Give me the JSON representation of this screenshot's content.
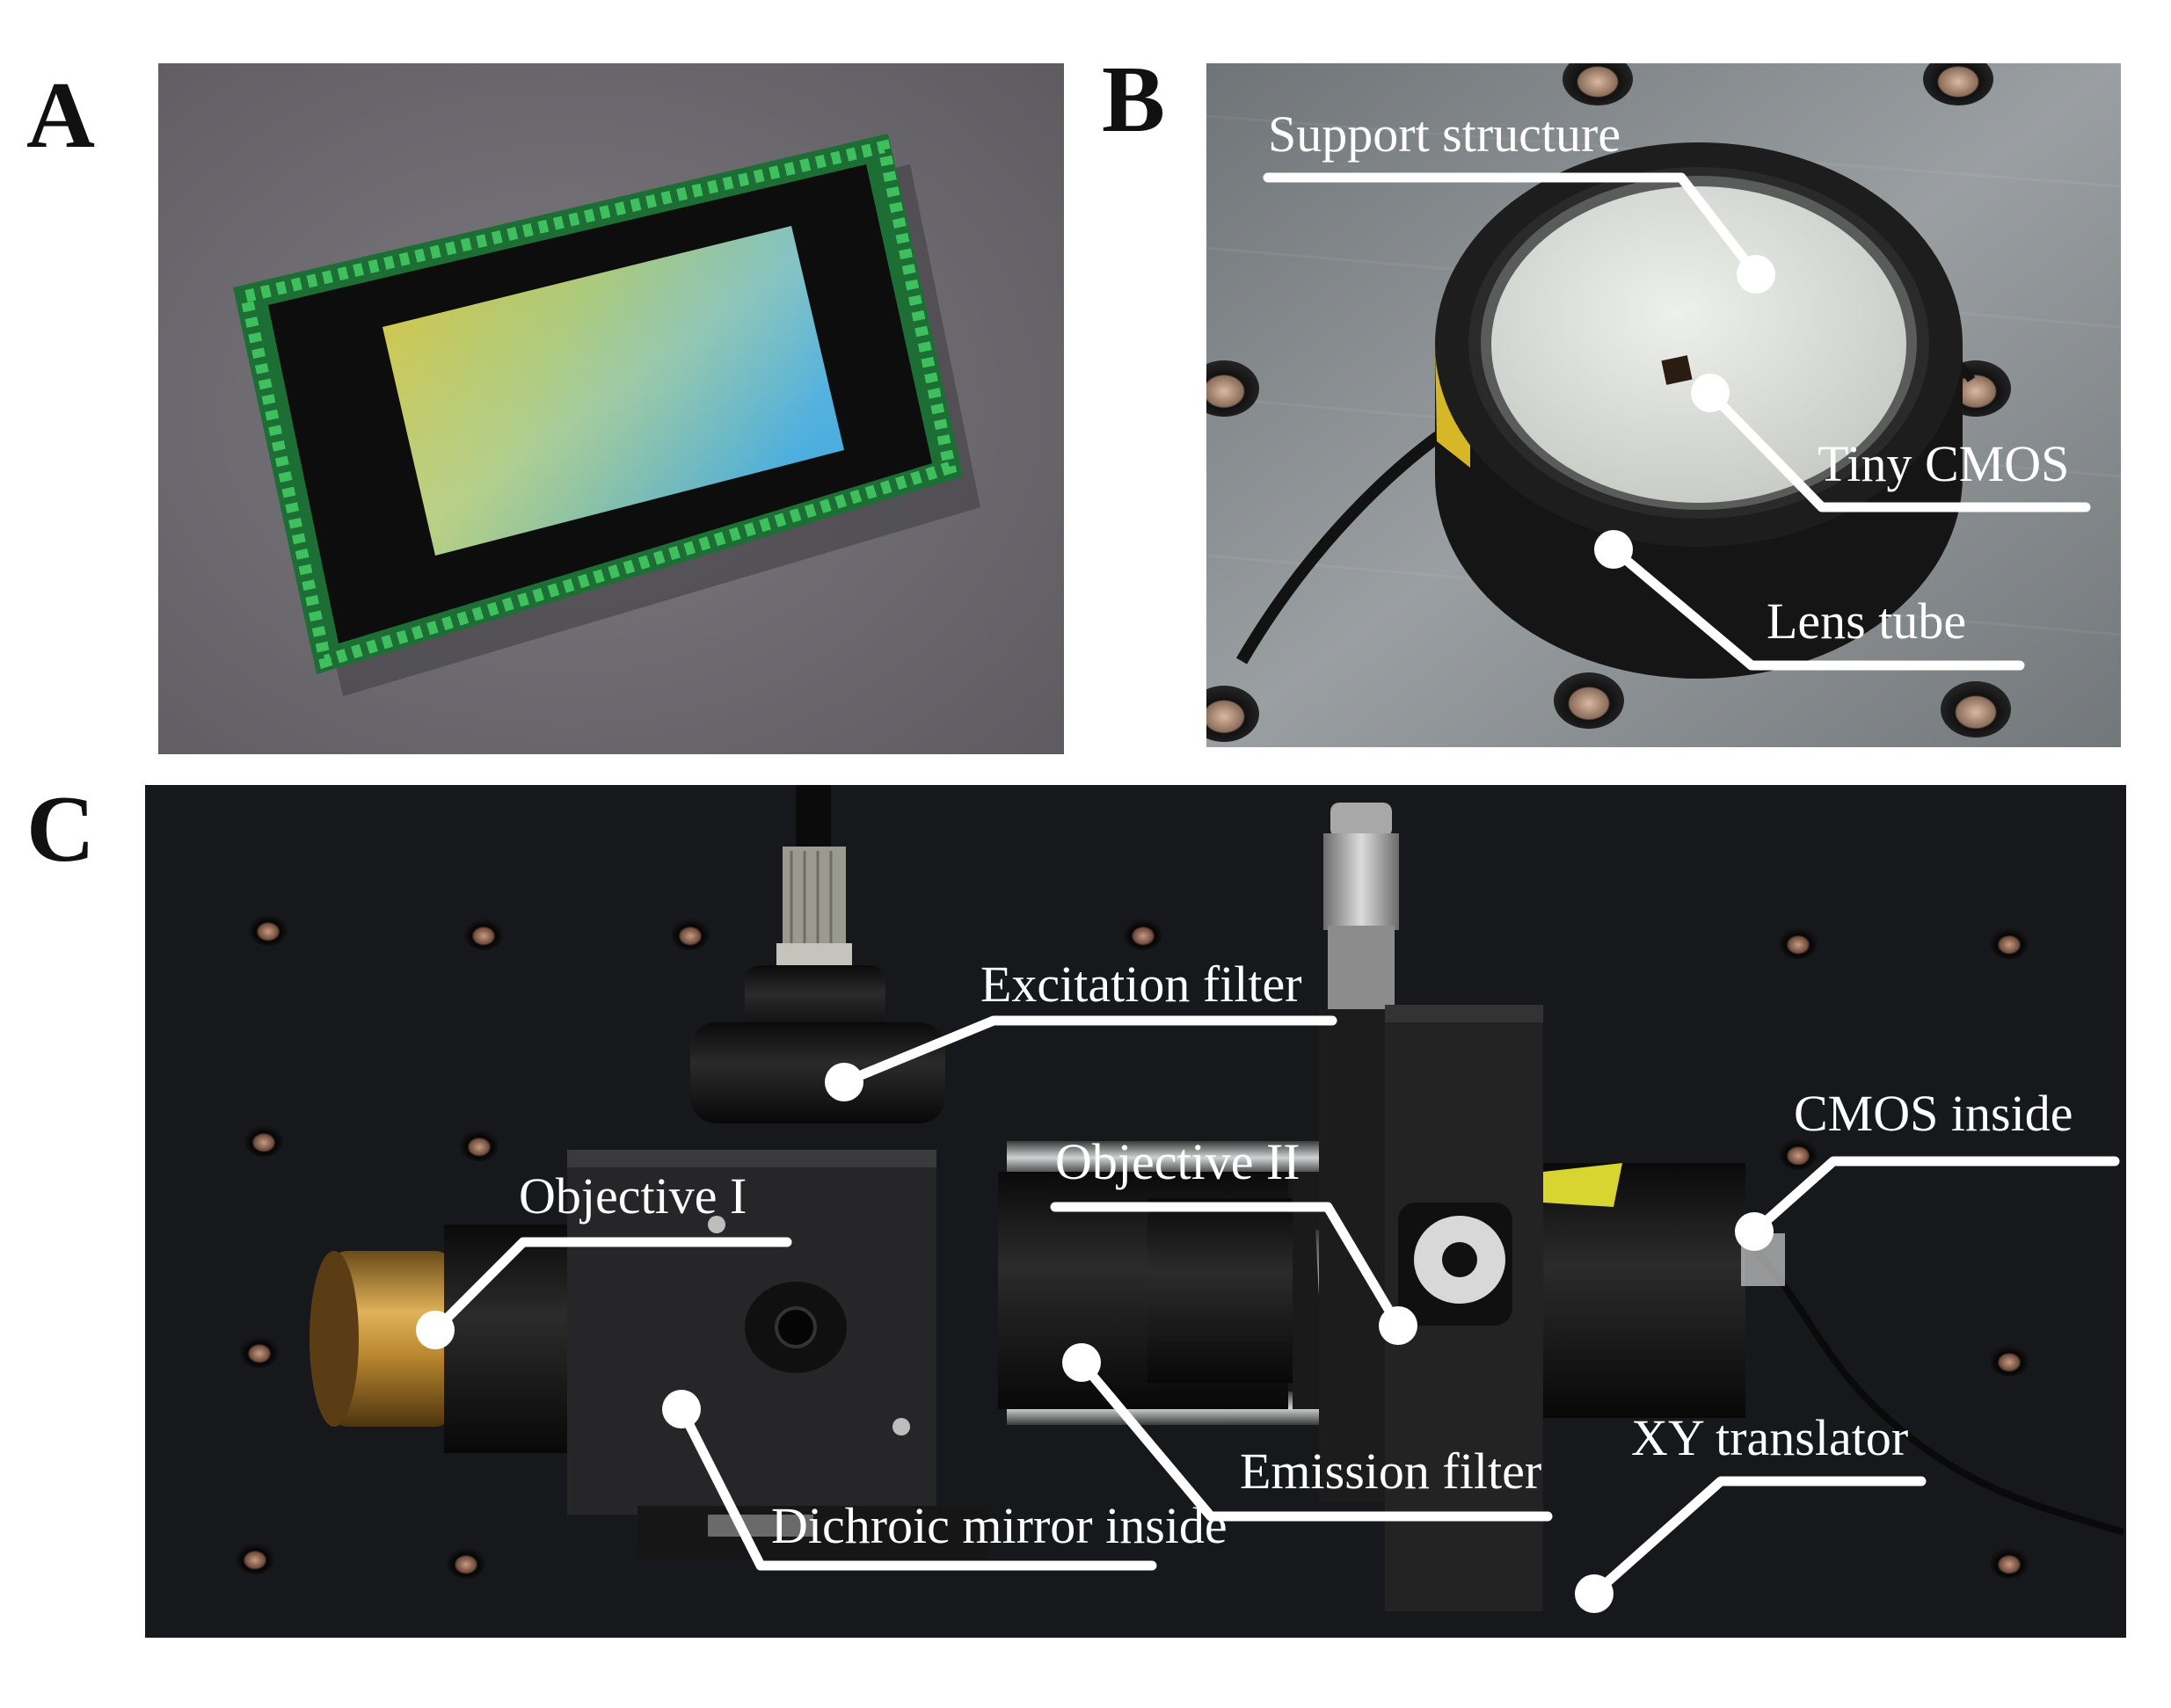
{
  "panels": {
    "a": {
      "letter": "A"
    },
    "b": {
      "letter": "B",
      "labels": {
        "support": "Support structure",
        "cmos": "Tiny CMOS",
        "lens": "Lens tube"
      }
    },
    "c": {
      "letter": "C",
      "labels": {
        "excitation": "Excitation filter",
        "objective1": "Objective I",
        "objective2": "Objective II",
        "cmos_inside": "CMOS inside",
        "emission": "Emission filter",
        "xy": "XY translator",
        "dichroic": "Dichroic mirror inside"
      }
    }
  },
  "colors": {
    "panel_a_bg": "#77757a",
    "sensor_gradient_start": "#d8c23c",
    "sensor_gradient_end": "#3aa8d8",
    "pcb_green": "#1c6e34",
    "metal_plate": "#8a8f92",
    "optical_table": "#1a1b1e",
    "callout": "#ffffff"
  }
}
